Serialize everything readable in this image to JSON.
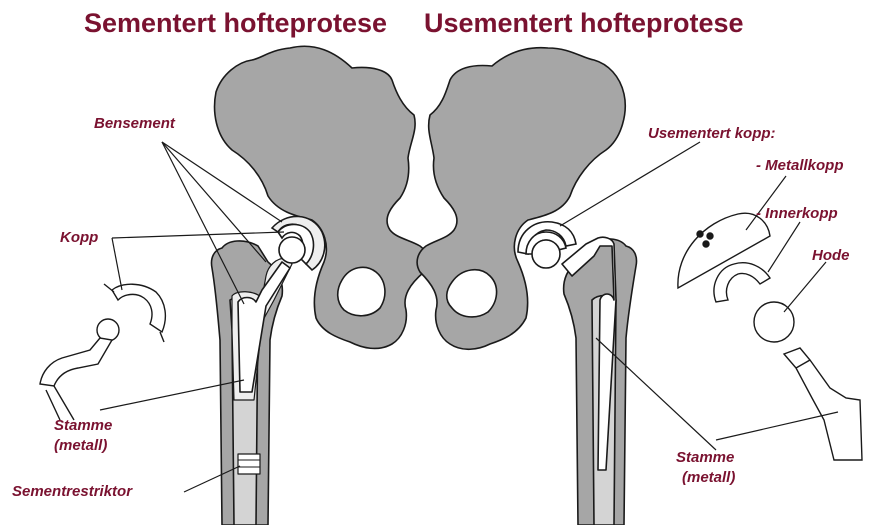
{
  "titles": {
    "left": "Sementert hofteprotese",
    "right": "Usementert hofteprotese"
  },
  "labels": {
    "bensement": "Bensement",
    "kopp": "Kopp",
    "stamme_left_line1": "Stamme",
    "stamme_left_line2": "(metall)",
    "sementrestriktor": "Sementrestriktor",
    "usementert_kopp": "Usementert kopp:",
    "metallkopp": "- Metallkopp",
    "innerkopp": "- Innerkopp",
    "hode": "Hode",
    "stamme_right_line1": "Stamme",
    "stamme_right_line2": "(metall)"
  },
  "colors": {
    "title": "#7a1230",
    "label": "#7a1230",
    "bone": "#a6a6a6",
    "canal": "#d4d4d4",
    "outline": "#1a1a1a",
    "implant": "#ffffff"
  }
}
